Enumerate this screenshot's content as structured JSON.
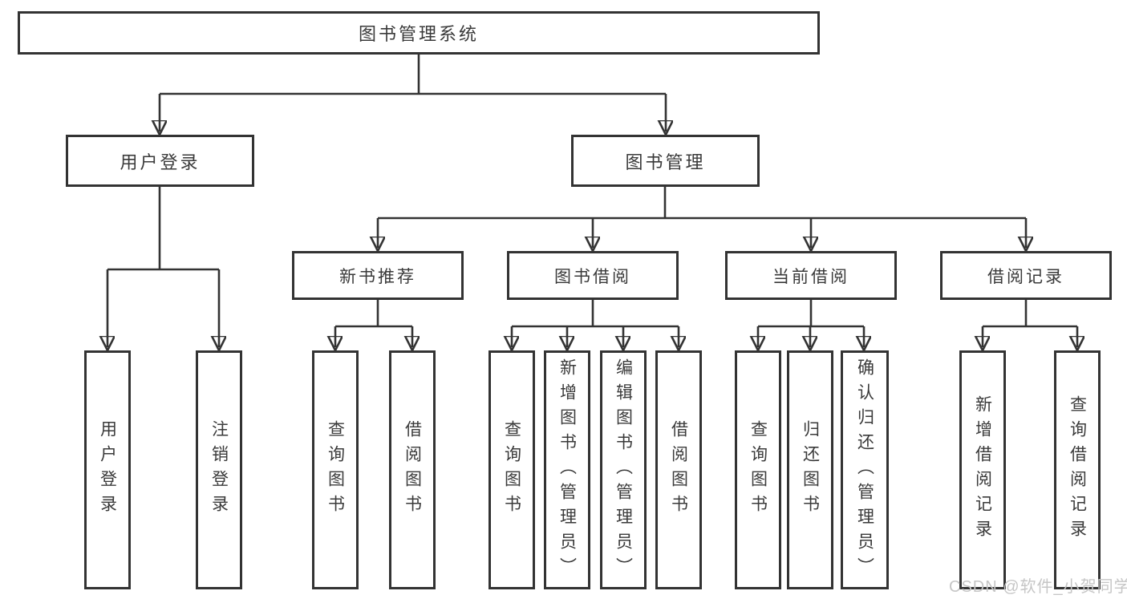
{
  "colors": {
    "line": "#333333",
    "box_border": "#333333",
    "text": "#3a3a3a",
    "background": "#ffffff",
    "watermark": "#c6c6c6"
  },
  "root": {
    "label": "图书管理系统"
  },
  "branches": [
    {
      "label": "用户登录",
      "children": [
        {
          "label": "用户登录"
        },
        {
          "label": "注销登录"
        }
      ]
    },
    {
      "label": "图书管理",
      "sections": [
        {
          "label": "新书推荐",
          "children": [
            {
              "label": "查询图书"
            },
            {
              "label": "借阅图书"
            }
          ]
        },
        {
          "label": "图书借阅",
          "children": [
            {
              "label": "查询图书"
            },
            {
              "label": "新增图书（管理员）"
            },
            {
              "label": "编辑图书（管理员）"
            },
            {
              "label": "借阅图书"
            }
          ]
        },
        {
          "label": "当前借阅",
          "children": [
            {
              "label": "查询图书"
            },
            {
              "label": "归还图书"
            },
            {
              "label": "确认归还（管理员）"
            }
          ]
        },
        {
          "label": "借阅记录",
          "children": [
            {
              "label": "新增借阅记录"
            },
            {
              "label": "查询借阅记录"
            }
          ]
        }
      ]
    }
  ],
  "watermark": "CSDN @软件_小贺同学"
}
